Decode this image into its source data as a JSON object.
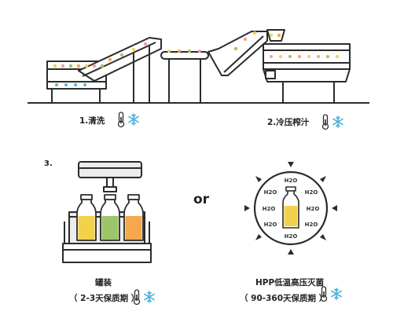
{
  "steps": {
    "wash": "1.清洗",
    "press": "2.冷压榨汁",
    "fill_num": "3.",
    "bottling": "罐装",
    "bottling_shelf": "（ 2-3天保质期 ）",
    "hpp": "HPP低温高压灭菌",
    "hpp_shelf": "（ 90-360天保质期 ）"
  },
  "or_label": "or",
  "h2o_label": "H2O",
  "colors": {
    "outline": "#2b2b2b",
    "frame_fill": "#ececec",
    "snowflake": "#4fb3d9",
    "juice_yellow": "#f2d24a",
    "juice_green": "#9cc56a",
    "juice_orange": "#f5a84d"
  },
  "icons": [
    "thermometer-icon",
    "snowflake-icon"
  ]
}
